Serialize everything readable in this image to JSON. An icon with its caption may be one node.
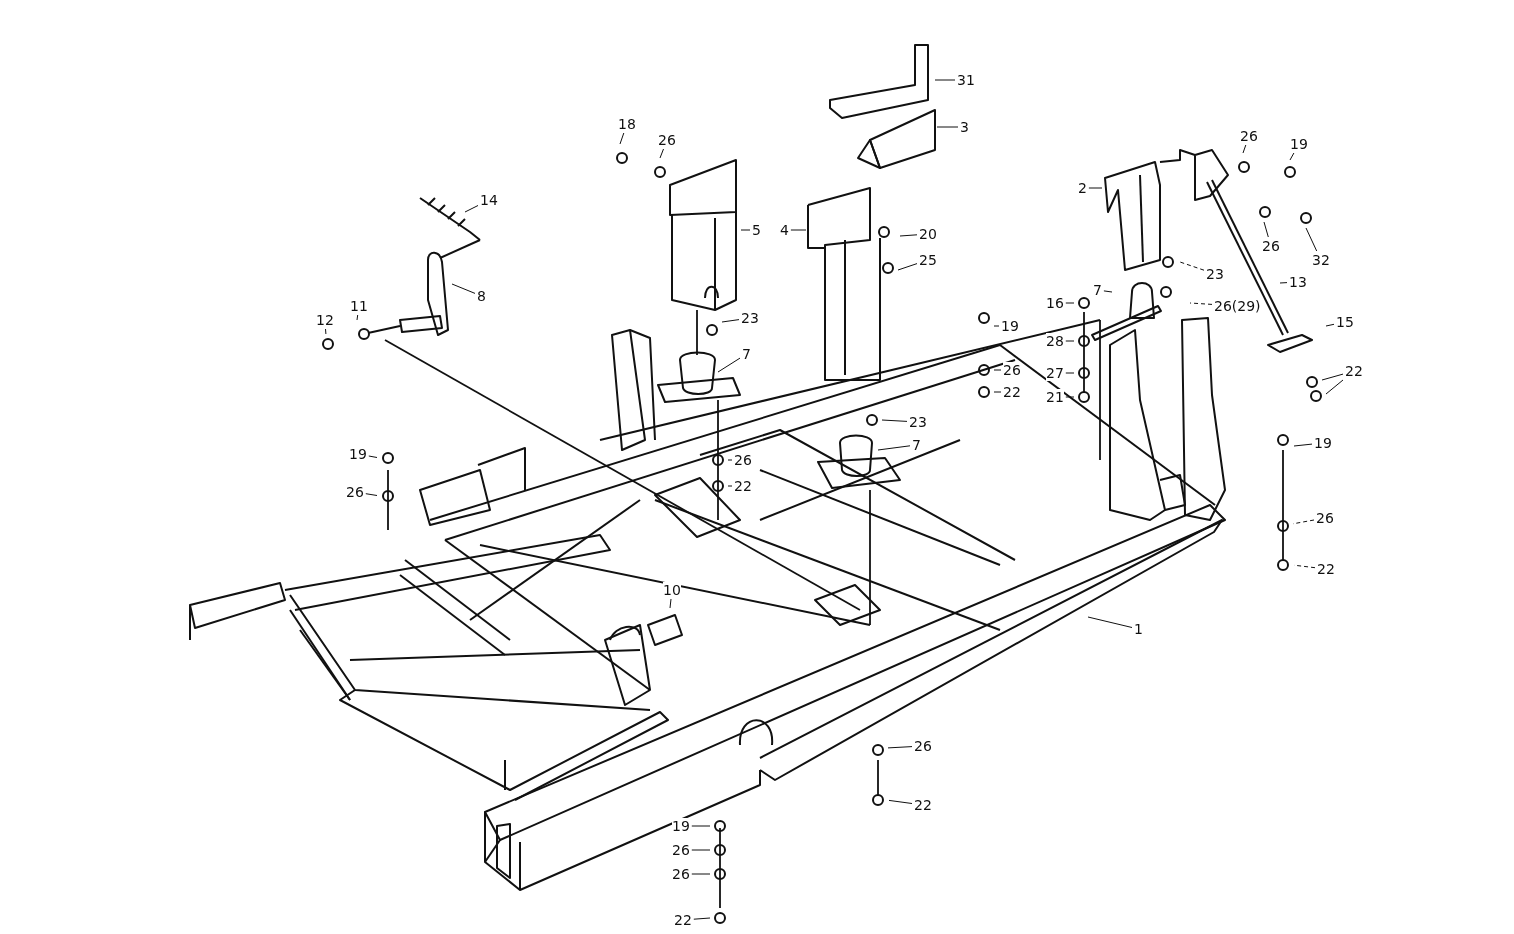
{
  "diagram": {
    "nodes": [
      {
        "text": [
          "31"
        ]
      },
      {
        "text": [
          "3"
        ]
      },
      {
        "text": [
          "18"
        ]
      },
      {
        "text": [
          "26"
        ]
      },
      {
        "text": [
          "26"
        ]
      },
      {
        "text": [
          "19"
        ]
      },
      {
        "text": [
          "2"
        ]
      },
      {
        "text": [
          "14"
        ]
      },
      {
        "text": [
          "5"
        ]
      },
      {
        "text": [
          "4"
        ]
      },
      {
        "text": [
          "20"
        ]
      },
      {
        "text": [
          "26"
        ]
      },
      {
        "text": [
          "32"
        ]
      },
      {
        "text": [
          "25"
        ]
      },
      {
        "text": [
          "23"
        ]
      },
      {
        "text": [
          "13"
        ]
      },
      {
        "text": [
          "8"
        ]
      },
      {
        "text": [
          "7"
        ]
      },
      {
        "text": [
          "26(29)"
        ]
      },
      {
        "text": [
          "16"
        ]
      },
      {
        "text": [
          "12"
        ]
      },
      {
        "text": [
          "11"
        ]
      },
      {
        "text": [
          "19"
        ]
      },
      {
        "text": [
          "15"
        ]
      },
      {
        "text": [
          "23"
        ]
      },
      {
        "text": [
          "28"
        ]
      },
      {
        "text": [
          "7"
        ]
      },
      {
        "text": [
          "26"
        ]
      },
      {
        "text": [
          "22"
        ]
      },
      {
        "text": [
          "27"
        ]
      },
      {
        "text": [
          "21"
        ]
      },
      {
        "text": [
          "22"
        ]
      },
      {
        "text": [
          "23"
        ]
      },
      {
        "text": [
          "7"
        ]
      },
      {
        "text": [
          "19"
        ]
      },
      {
        "text": [
          "19"
        ]
      },
      {
        "text": [
          "26"
        ]
      },
      {
        "text": [
          "26"
        ]
      },
      {
        "text": [
          "22"
        ]
      },
      {
        "text": [
          "26"
        ]
      },
      {
        "text": [
          "22"
        ]
      },
      {
        "text": [
          "10"
        ]
      },
      {
        "text": [
          "1"
        ]
      },
      {
        "text": [
          "26"
        ]
      },
      {
        "text": [
          "22"
        ]
      },
      {
        "text": [
          "19"
        ]
      },
      {
        "text": [
          "26"
        ]
      },
      {
        "text": [
          "26"
        ]
      },
      {
        "text": [
          "22"
        ]
      }
    ],
    "edges": [
      {
        "from": 0,
        "to": null,
        "arrow": "none"
      },
      {
        "from": 1,
        "to": null,
        "arrow": "none"
      },
      {
        "from": 2,
        "to": null,
        "arrow": "none"
      },
      {
        "from": 3,
        "to": null,
        "arrow": "none"
      },
      {
        "from": 4,
        "to": null,
        "arrow": "none"
      },
      {
        "from": 5,
        "to": null,
        "arrow": "none"
      },
      {
        "from": 6,
        "to": null,
        "arrow": "none"
      },
      {
        "from": 7,
        "to": null,
        "arrow": "none"
      },
      {
        "from": 8,
        "to": null,
        "arrow": "none"
      },
      {
        "from": 9,
        "to": null,
        "arrow": "none"
      },
      {
        "from": 10,
        "to": null,
        "arrow": "none"
      },
      {
        "from": 11,
        "to": null,
        "arrow": "none"
      },
      {
        "from": 12,
        "to": null,
        "arrow": "none"
      },
      {
        "from": 13,
        "to": null,
        "arrow": "none"
      },
      {
        "from": 14,
        "to": null,
        "arrow": "none",
        "style": "dashed"
      },
      {
        "from": 15,
        "to": null,
        "arrow": "none"
      },
      {
        "from": 16,
        "to": null,
        "arrow": "none"
      },
      {
        "from": 17,
        "to": null,
        "arrow": "none"
      },
      {
        "from": 18,
        "to": null,
        "arrow": "none",
        "style": "dashed"
      },
      {
        "from": 19,
        "to": null,
        "arrow": "none"
      },
      {
        "from": 20,
        "to": null,
        "arrow": "none"
      },
      {
        "from": 21,
        "to": null,
        "arrow": "none"
      },
      {
        "from": 22,
        "to": null,
        "arrow": "none"
      },
      {
        "from": 23,
        "to": null,
        "arrow": "none"
      },
      {
        "from": 24,
        "to": null,
        "arrow": "none"
      },
      {
        "from": 25,
        "to": null,
        "arrow": "none"
      },
      {
        "from": 26,
        "to": null,
        "arrow": "none"
      },
      {
        "from": 27,
        "to": null,
        "arrow": "none"
      },
      {
        "from": 28,
        "to": null,
        "arrow": "none"
      },
      {
        "from": 28,
        "to": null,
        "arrow": "none"
      },
      {
        "from": 29,
        "to": null,
        "arrow": "none"
      },
      {
        "from": 30,
        "to": null,
        "arrow": "none"
      },
      {
        "from": 31,
        "to": null,
        "arrow": "none"
      },
      {
        "from": 32,
        "to": null,
        "arrow": "none"
      },
      {
        "from": 33,
        "to": null,
        "arrow": "none"
      },
      {
        "from": 34,
        "to": null,
        "arrow": "none"
      },
      {
        "from": 35,
        "to": null,
        "arrow": "none"
      },
      {
        "from": 36,
        "to": null,
        "arrow": "none"
      },
      {
        "from": 37,
        "to": null,
        "arrow": "none"
      },
      {
        "from": 38,
        "to": null,
        "arrow": "none"
      },
      {
        "from": 39,
        "to": null,
        "arrow": "none",
        "style": "dashed"
      },
      {
        "from": 40,
        "to": null,
        "arrow": "none",
        "style": "dashed"
      },
      {
        "from": 41,
        "to": null,
        "arrow": "none"
      },
      {
        "from": 42,
        "to": null,
        "arrow": "none"
      },
      {
        "from": 43,
        "to": null,
        "arrow": "none"
      },
      {
        "from": 44,
        "to": null,
        "arrow": "none"
      },
      {
        "from": 45,
        "to": null,
        "arrow": "none"
      },
      {
        "from": 46,
        "to": null,
        "arrow": "none"
      },
      {
        "from": 47,
        "to": null,
        "arrow": "none"
      },
      {
        "from": 48,
        "to": null,
        "arrow": "none"
      }
    ]
  }
}
